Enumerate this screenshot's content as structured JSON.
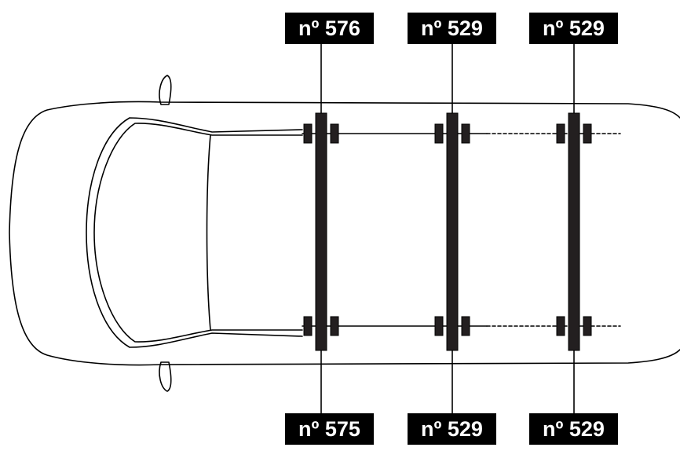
{
  "labels": {
    "top": [
      "nº 576",
      "nº 529",
      "nº 529"
    ],
    "bottom": [
      "nº 575",
      "nº 529",
      "nº 529"
    ]
  },
  "colors": {
    "ink": "#000000",
    "paper": "#ffffff",
    "bar": "#231f20"
  }
}
